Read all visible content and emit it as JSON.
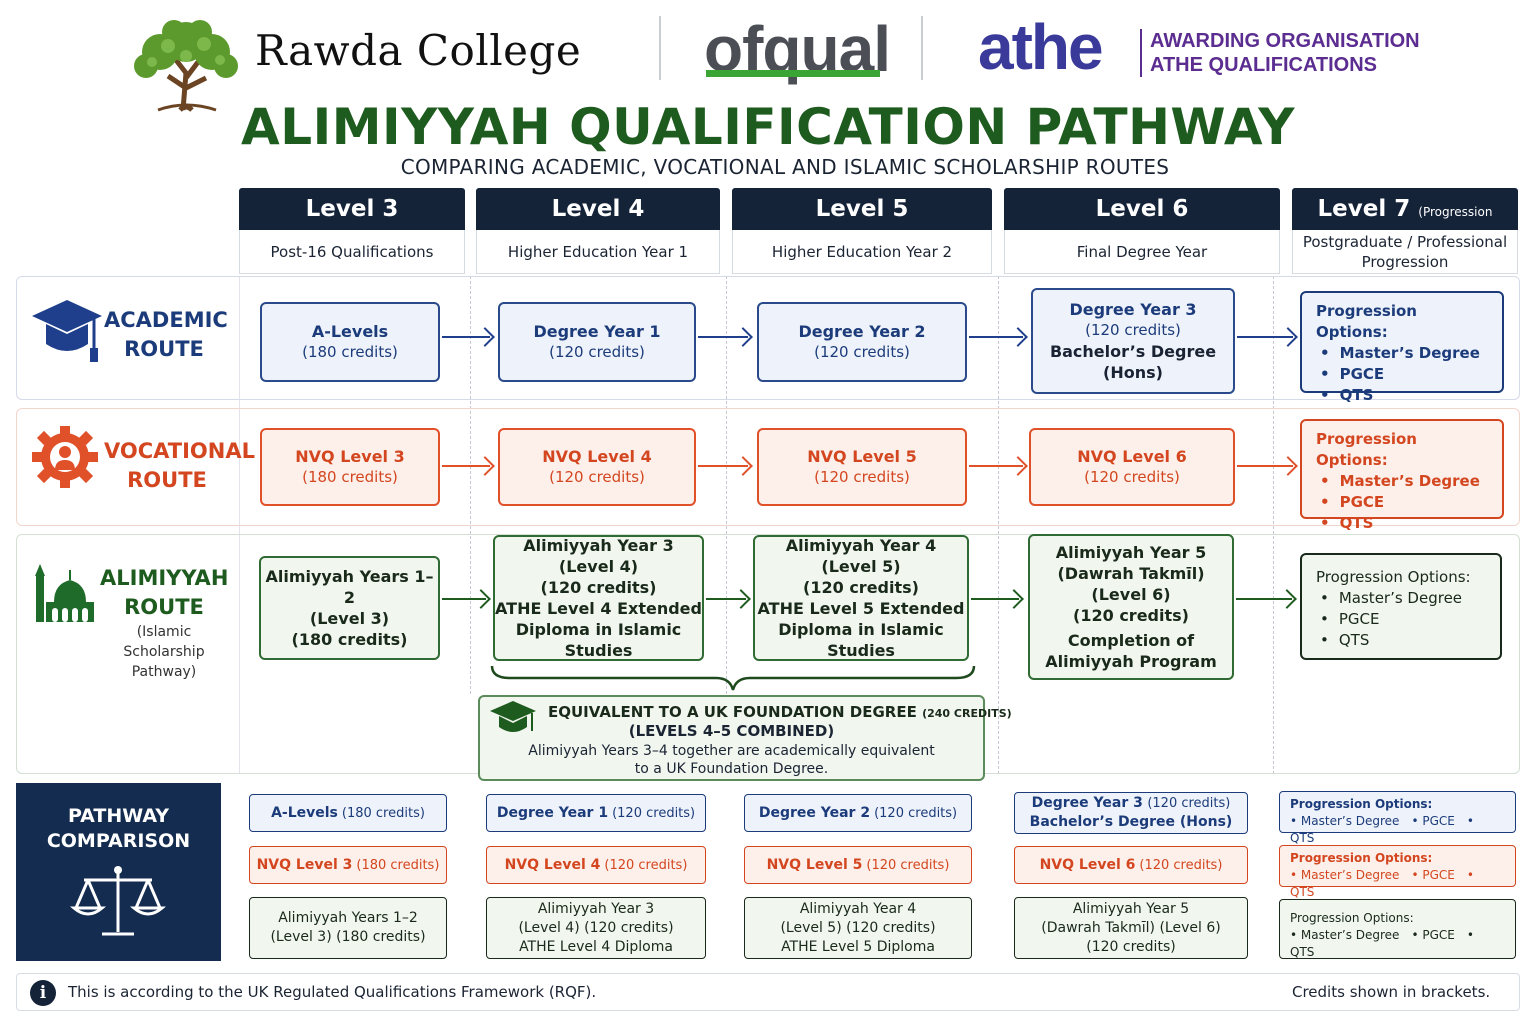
{
  "header": {
    "college": "Rawda College",
    "ofqual": "ofqual",
    "athe": "athe",
    "athe_sub_1": "AWARDING ORGANISATION",
    "athe_sub_2": "ATHE QUALIFICATIONS",
    "title": "ALIMIYYAH QUALIFICATION PATHWAY",
    "subtitle": "COMPARING ACADEMIC, VOCATIONAL AND ISLAMIC SCHOLARSHIP ROUTES"
  },
  "levels": [
    {
      "name": "Level 3",
      "note": "",
      "desc": "Post-16 Qualifications"
    },
    {
      "name": "Level 4",
      "note": "",
      "desc": "Higher Education Year 1"
    },
    {
      "name": "Level 5",
      "note": "",
      "desc": "Higher Education Year 2"
    },
    {
      "name": "Level 6",
      "note": "",
      "desc": "Final Degree Year"
    },
    {
      "name": "Level 7",
      "note": "(Progression Options)",
      "desc": "Postgraduate / Professional Progression"
    }
  ],
  "academic": {
    "label_1": "ACADEMIC",
    "label_2": "ROUTE",
    "boxes": [
      {
        "title": "A-Levels",
        "credits": "(180 credits)"
      },
      {
        "title": "Degree Year 1",
        "credits": "(120 credits)"
      },
      {
        "title": "Degree Year 2",
        "credits": "(120 credits)"
      },
      {
        "title": "Degree Year 3",
        "credits": "(120 credits)",
        "extra": "Bachelor’s Degree (Hons)"
      }
    ]
  },
  "vocational": {
    "label_1": "VOCATIONAL",
    "label_2": "ROUTE",
    "boxes": [
      {
        "title": "NVQ Level 3",
        "credits": "(180 credits)"
      },
      {
        "title": "NVQ Level 4",
        "credits": "(120 credits)"
      },
      {
        "title": "NVQ Level 5",
        "credits": "(120 credits)"
      },
      {
        "title": "NVQ Level 6",
        "credits": "(120 credits)"
      }
    ]
  },
  "alimiyyah": {
    "label_1": "ALIMIYYAH",
    "label_2": "ROUTE",
    "note_1": "(Islamic Scholarship",
    "note_2": "Pathway)",
    "box1": {
      "l1": "Alimiyyah Years 1–2",
      "l2": "(Level 3)",
      "l3": "(180 credits)"
    },
    "box2": {
      "l1": "Alimiyyah Year 3",
      "l2": "(Level 4)",
      "l3": "(120 credits)",
      "l4": "ATHE Level 4 Extended",
      "l5": "Diploma in Islamic Studies"
    },
    "box3": {
      "l1": "Alimiyyah Year 4",
      "l2": "(Level 5)",
      "l3": "(120 credits)",
      "l4": "ATHE Level 5 Extended",
      "l5": "Diploma in Islamic Studies"
    },
    "box4": {
      "l1": "Alimiyyah Year 5",
      "l2": "(Dawrah Takmīl)",
      "l3": "(Level 6)",
      "l4": "(120 credits)",
      "l5": "Completion of",
      "l6": "Alimiyyah Program"
    }
  },
  "progression": {
    "title": "Progression Options:",
    "items": [
      "Master’s Degree",
      "PGCE",
      "QTS"
    ]
  },
  "equivalent": {
    "title": "EQUIVALENT TO A UK FOUNDATION DEGREE",
    "credits": "(240 CREDITS)",
    "title2": "(LEVELS 4–5 COMBINED)",
    "text_1": "Alimiyyah Years 3–4 together are academically equivalent",
    "text_2": "to a UK Foundation Degree."
  },
  "comparison": {
    "title_1": "PATHWAY",
    "title_2": "COMPARISON",
    "academic": [
      {
        "t": "A-Levels",
        "c": "(180 credits)"
      },
      {
        "t": "Degree Year 1",
        "c": "(120 credits)"
      },
      {
        "t": "Degree Year 2",
        "c": "(120 credits)"
      },
      {
        "t": "Degree Year 3",
        "c": "(120 credits)",
        "t2": "Bachelor’s Degree (Hons)"
      }
    ],
    "vocational": [
      {
        "t": "NVQ Level 3",
        "c": "(180 credits)"
      },
      {
        "t": "NVQ Level 4",
        "c": "(120 credits)"
      },
      {
        "t": "NVQ Level 5",
        "c": "(120 credits)"
      },
      {
        "t": "NVQ Level 6",
        "c": "(120 credits)"
      }
    ],
    "alimiyyah": [
      {
        "l1": "Alimiyyah Years 1–2",
        "l2": "(Level 3) (180 credits)"
      },
      {
        "l1": "Alimiyyah Year 3",
        "l2": "(Level 4) (120 credits)",
        "l3": "ATHE Level 4 Diploma"
      },
      {
        "l1": "Alimiyyah Year 4",
        "l2": "(Level 5) (120 credits)",
        "l3": "ATHE Level 5 Diploma"
      },
      {
        "l1": "Alimiyyah Year 5",
        "l2": "(Dawrah Takmīl) (Level 6)",
        "l3": "(120 credits)"
      }
    ]
  },
  "footer": {
    "left": "This is according to the UK Regulated Qualifications Framework (RQF).",
    "right": "Credits shown in brackets."
  },
  "colors": {
    "navy": "#142338",
    "academic": "#1c3b7a",
    "vocational": "#e0512a",
    "alimiyyah": "#2f6b33",
    "title_green": "#1e5b1e"
  }
}
